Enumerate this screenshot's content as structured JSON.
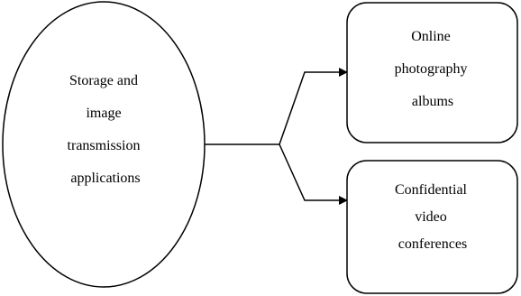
{
  "colors": {
    "stroke": "#000000",
    "fill": "#ffffff",
    "text": "#000000"
  },
  "nodes": {
    "source": {
      "shape": "ellipse",
      "lines": [
        "Storage and",
        "image",
        "transmission",
        "applications"
      ]
    },
    "target_top": {
      "shape": "rounded-rectangle",
      "lines": [
        "Online",
        "photography",
        "albums"
      ]
    },
    "target_bottom": {
      "shape": "rounded-rectangle",
      "lines": [
        "Confidential",
        "video",
        "conferences"
      ]
    }
  },
  "edges": [
    {
      "from": "source",
      "to": "target_top",
      "arrow": "filled"
    },
    {
      "from": "source",
      "to": "target_bottom",
      "arrow": "filled"
    }
  ]
}
